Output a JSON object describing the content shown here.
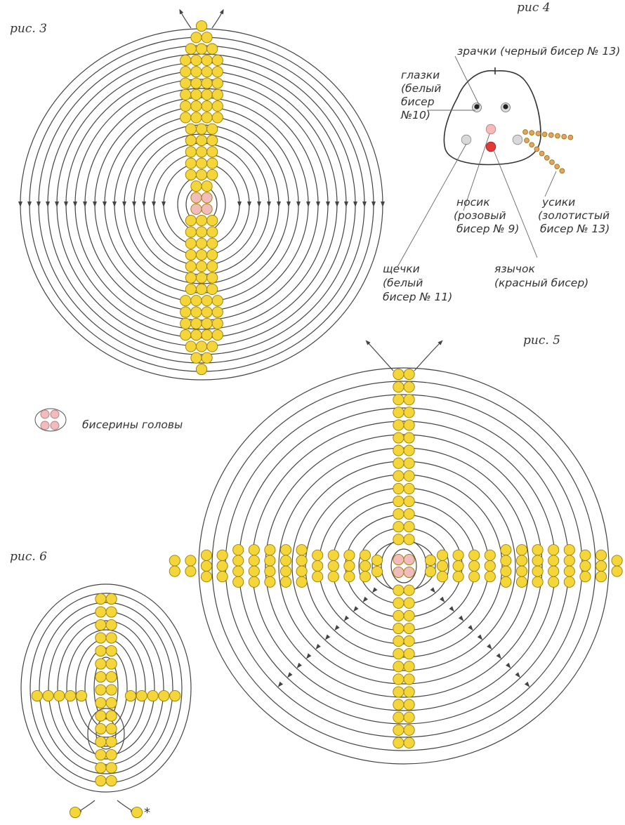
{
  "figures": {
    "fig3": {
      "label": "рис. 3"
    },
    "fig4": {
      "label": "рис 4"
    },
    "fig5": {
      "label": "рис. 5"
    },
    "fig6": {
      "label": "рис. 6"
    }
  },
  "fig4_annotations": {
    "pupils": "зрачки (черный бисер № 13)",
    "eyes": [
      "глазки",
      "(белый",
      "бисер",
      "№10)"
    ],
    "nose": [
      "носик",
      "(розовый",
      "бисер № 9)"
    ],
    "whiskers": [
      "усики",
      "(золотистый",
      "бисер № 13)"
    ],
    "tongue": [
      "язычок",
      "(красный бисер)"
    ],
    "cheeks": [
      "щечки",
      "(белый",
      "бисер № 11)"
    ]
  },
  "legend": {
    "head_beads": "бисерины головы"
  },
  "fig6_marker": "*",
  "colors": {
    "bead_yellow": "#f5d63a",
    "bead_pink": "#f3bcbc",
    "bead_red": "#e53935",
    "bead_gold": "#e8a06a",
    "bead_white": "#d8d8d8",
    "bead_black": "#222222",
    "wire": "#444444"
  }
}
